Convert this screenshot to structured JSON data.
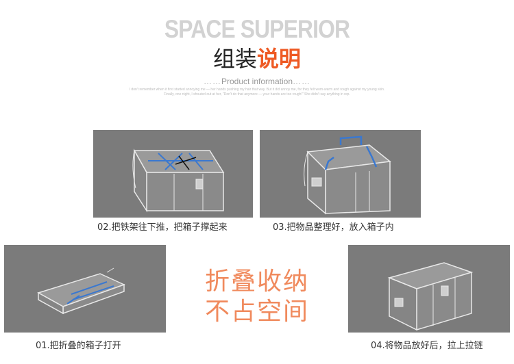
{
  "header": {
    "brand_title": "SPACE SUPERIOR",
    "heading_plain": "组装",
    "heading_accent": "说明",
    "subtitle_left_dots": "……",
    "subtitle": "Product information",
    "subtitle_right_dots": "……",
    "blurb_line1": "I don't remember when it first started annoying me — her hands pushing my hair that way. But it did annoy me, for they felt worn-warm and rough against my young skin.",
    "blurb_line2": "Finally, one night, I shouted out at her, \"Don't do that anymore — your hands are too rough!\" She didn't say anything in rep."
  },
  "steps": [
    {
      "caption": "02.把铁架往下推，把箱子撑起来",
      "illustration": "box-push-frame-down"
    },
    {
      "caption": "03.把物品整理好，放入箱子内",
      "illustration": "box-open-frame-up"
    },
    {
      "caption": "01.把折叠的箱子打开",
      "illustration": "box-folded-flat"
    },
    {
      "caption": "04.将物品放好后，拉上拉链",
      "illustration": "box-closed-zipped"
    }
  ],
  "slogan": {
    "line1": "折叠收纳",
    "line2": "不占空间"
  },
  "colors": {
    "panel_bg": "#7b7b7b",
    "frame_blue": "#2f6fc4",
    "accent_orange": "#ee5a24",
    "slogan_orange": "#f08a5d"
  }
}
